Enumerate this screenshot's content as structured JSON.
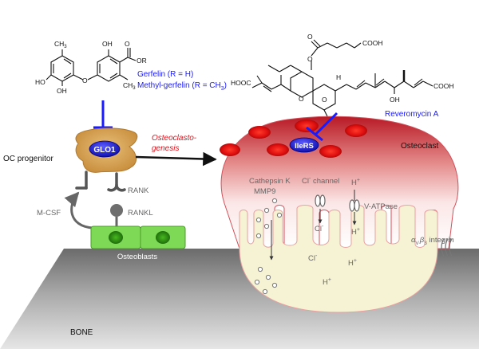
{
  "compounds": {
    "gerfelin": {
      "name_line1": "Gerfelin (R = H)",
      "name_line2_prefix": "Methyl-gerfelin (R = CH",
      "name_line2_sub": "3",
      "name_line2_suffix": ")",
      "atoms": {
        "ch3_top": "CH",
        "ch3_top_sub": "3",
        "oh_top": "OH",
        "or": "OR",
        "o_carbonyl": "O",
        "ch3_bottom": "CH",
        "ch3_bottom_sub": "3",
        "ho_left": "HO",
        "oh_bottom": "OH",
        "o_bridge": "O"
      }
    },
    "reveromycin": {
      "name": "Reveromycin A",
      "atoms": {
        "hooc_left": "HOOC",
        "cooh_top": "COOH",
        "cooh_right": "COOH",
        "oh": "OH",
        "o_ring1": "O",
        "o_ring2": "O",
        "o_ester": "O",
        "o_carbonyl": "O",
        "h": "H"
      }
    }
  },
  "targets": {
    "glo1": "GLO1",
    "ilers": "IleRS"
  },
  "cells": {
    "oc_progenitor": "OC progenitor",
    "osteoclast": "Osteoclast",
    "osteoblasts": "Osteoblasts",
    "bone": "BONE"
  },
  "process": {
    "line1": "Osteoclasto-",
    "line2": "genesis"
  },
  "signaling": {
    "rank": "RANK",
    "rankl": "RANKL",
    "mcsf": "M-CSF"
  },
  "resorption": {
    "cathepsin": "Cathepsin K",
    "mmp9": "MMP9",
    "cl_channel_prefix": "Cl",
    "cl_channel_sup": "-",
    "cl_channel_suffix": " channel",
    "h_label": "H",
    "h_sup": "+",
    "vatpase": "V-ATPase",
    "cl_ion": "Cl",
    "cl_sup": "-",
    "integrin_alpha": "α",
    "integrin_v": "V",
    "integrin_beta": "β",
    "integrin_3": "3",
    "integrin_suffix": " integrin"
  },
  "colors": {
    "inhibitor": "#1a1aff",
    "process_text": "#e0101a",
    "target_fill": "#1414c8",
    "progenitor_fill": "#d9a85a",
    "osteoblast_fill": "#7ed957",
    "nucleus_green": "#2e8b12",
    "nucleus_red": "#e01010",
    "osteoclast_top": "#c0212c",
    "lacuna_fill": "#f7f4d8"
  }
}
